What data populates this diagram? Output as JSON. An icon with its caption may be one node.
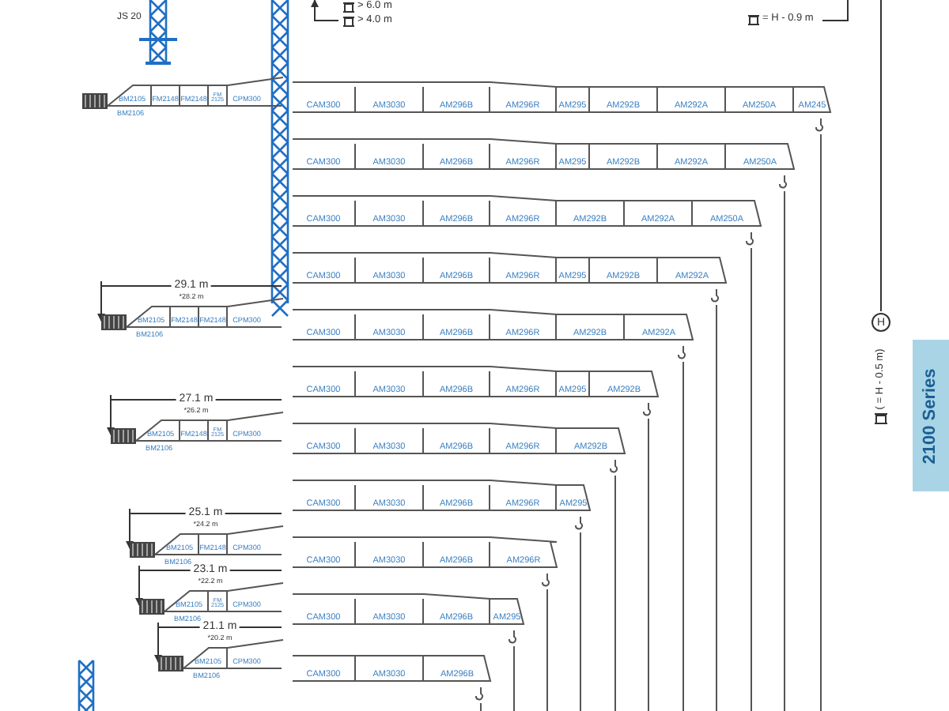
{
  "diagram": {
    "nodes": [
      {
        "text": [],
        "shape": "bar"
      },
      {
        "text": [
          "CAM300"
        ],
        "in": 0
      },
      {
        "text": [
          "AM3030"
        ],
        "in": 0
      },
      {
        "text": [
          "AM296B"
        ],
        "in": 0
      },
      {
        "text": [
          "AM296R"
        ],
        "in": 0
      },
      {
        "text": [
          "AM295"
        ],
        "in": 0
      },
      {
        "text": [
          "AM292B"
        ],
        "in": 0
      },
      {
        "text": [
          "AM292A"
        ],
        "in": 0
      },
      {
        "text": [
          "AM250A"
        ],
        "in": 0
      },
      {
        "text": [
          "AM245"
        ],
        "in": 0
      },
      {
        "text": [],
        "shape": "bar"
      },
      {
        "text": [
          "CAM300"
        ],
        "in": 10
      },
      {
        "text": [
          "AM3030"
        ],
        "in": 10
      },
      {
        "text": [
          "AM296B"
        ],
        "in": 10
      },
      {
        "text": [
          "AM296R"
        ],
        "in": 10
      },
      {
        "text": [
          "AM295"
        ],
        "in": 10
      },
      {
        "text": [
          "AM292B"
        ],
        "in": 10
      },
      {
        "text": [
          "AM292A"
        ],
        "in": 10
      },
      {
        "text": [
          "AM250A"
        ],
        "in": 10
      },
      {
        "text": [],
        "shape": "bar"
      },
      {
        "text": [
          "CAM300"
        ],
        "in": 19
      },
      {
        "text": [
          "AM3030"
        ],
        "in": 19
      },
      {
        "text": [
          "AM296B"
        ],
        "in": 19
      },
      {
        "text": [
          "AM296R"
        ],
        "in": 19
      },
      {
        "text": [
          "AM292B"
        ],
        "in": 19
      },
      {
        "text": [
          "AM292A"
        ],
        "in": 19
      },
      {
        "text": [
          "AM250A"
        ],
        "in": 19
      },
      {
        "text": [],
        "shape": "bar"
      },
      {
        "text": [
          "CAM300"
        ],
        "in": 27
      },
      {
        "text": [
          "AM3030"
        ],
        "in": 27
      },
      {
        "text": [
          "AM296B"
        ],
        "in": 27
      },
      {
        "text": [
          "AM296R"
        ],
        "in": 27
      },
      {
        "text": [
          "AM295"
        ],
        "in": 27
      },
      {
        "text": [
          "AM292B"
        ],
        "in": 27
      },
      {
        "text": [
          "AM292A"
        ],
        "in": 27
      },
      {
        "text": [],
        "shape": "bar"
      },
      {
        "text": [
          "CAM300"
        ],
        "in": 35
      },
      {
        "text": [
          "AM3030"
        ],
        "in": 35
      },
      {
        "text": [
          "AM296B"
        ],
        "in": 35
      },
      {
        "text": [
          "AM296R"
        ],
        "in": 35
      },
      {
        "text": [
          "AM292B"
        ],
        "in": 35
      },
      {
        "text": [
          "AM292A"
        ],
        "in": 35
      },
      {
        "text": [],
        "shape": "bar"
      },
      {
        "text": [
          "CAM300"
        ],
        "in": 42
      },
      {
        "text": [
          "AM3030"
        ],
        "in": 42
      },
      {
        "text": [
          "AM296B"
        ],
        "in": 42
      },
      {
        "text": [
          "AM296R"
        ],
        "in": 42
      },
      {
        "text": [
          "AM295"
        ],
        "in": 42
      },
      {
        "text": [
          "AM292B"
        ],
        "in": 42
      },
      {
        "text": [],
        "shape": "bar"
      },
      {
        "text": [
          "CAM300"
        ],
        "in": 49
      },
      {
        "text": [
          "AM3030"
        ],
        "in": 49
      },
      {
        "text": [
          "AM296B"
        ],
        "in": 49
      },
      {
        "text": [
          "AM296R"
        ],
        "in": 49
      },
      {
        "text": [
          "AM292B"
        ],
        "in": 49
      },
      {
        "text": [],
        "shape": "bar"
      },
      {
        "text": [
          "CAM300"
        ],
        "in": 55
      },
      {
        "text": [
          "AM3030"
        ],
        "in": 55
      },
      {
        "text": [
          "AM296B"
        ],
        "in": 55
      },
      {
        "text": [
          "AM296R"
        ],
        "in": 55
      },
      {
        "text": [
          "AM295"
        ],
        "in": 55
      },
      {
        "text": [],
        "shape": "bar"
      },
      {
        "text": [
          "CAM300"
        ],
        "in": 61
      },
      {
        "text": [
          "AM3030"
        ],
        "in": 61
      },
      {
        "text": [
          "AM296B"
        ],
        "in": 61
      },
      {
        "text": [
          "AM296R"
        ],
        "in": 61
      },
      {
        "text": [],
        "shape": "bar"
      },
      {
        "text": [
          "CAM300"
        ],
        "in": 66
      },
      {
        "text": [
          "AM3030"
        ],
        "in": 66
      },
      {
        "text": [
          "AM296B"
        ],
        "in": 66
      },
      {
        "text": [
          "AM295"
        ],
        "in": 66
      },
      {
        "text": [],
        "shape": "bar"
      },
      {
        "text": [
          "CAM300"
        ],
        "in": 71
      },
      {
        "text": [
          "AM3030"
        ],
        "in": 71
      },
      {
        "text": [
          "AM296B"
        ],
        "in": 71
      },
      {
        "text": [],
        "shape": "bar"
      },
      {
        "text": [
          "BM2105"
        ],
        "beside": [
          "BM2106"
        ],
        "in": 75
      },
      {
        "text": [
          "FM2148"
        ],
        "in": 75
      },
      {
        "text": [
          "FM2148"
        ],
        "in": 75
      },
      {
        "text": [
          "FM 2125"
        ],
        "in": 75
      },
      {
        "text": [
          "CPM300"
        ],
        "in": 75
      },
      {
        "text": [],
        "shape": "bar"
      },
      {
        "text": [
          "BM2105"
        ],
        "beside": [
          "BM2106"
        ],
        "in": 81
      },
      {
        "text": [
          "FM2148"
        ],
        "in": 81
      },
      {
        "text": [
          "FM2148"
        ],
        "in": 81
      },
      {
        "text": [
          "CPM300"
        ],
        "in": 81
      },
      {
        "text": [],
        "shape": "bar"
      },
      {
        "text": [
          "BM2105"
        ],
        "beside": [
          "BM2106"
        ],
        "in": 86
      },
      {
        "text": [
          "FM2148"
        ],
        "in": 86
      },
      {
        "text": [
          "FM 2125"
        ],
        "in": 86
      },
      {
        "text": [
          "CPM300"
        ],
        "in": 86
      },
      {
        "text": [],
        "shape": "bar"
      },
      {
        "text": [
          "BM2105"
        ],
        "beside": [
          "BM2106"
        ],
        "in": 91
      },
      {
        "text": [
          "FM2148"
        ],
        "in": 91
      },
      {
        "text": [
          "CPM300"
        ],
        "in": 91
      },
      {
        "text": [],
        "shape": "bar"
      },
      {
        "text": [
          "BM2105"
        ],
        "beside": [
          "BM2106"
        ],
        "in": 95
      },
      {
        "text": [
          "FM 2125"
        ],
        "in": 95
      },
      {
        "text": [
          "CPM300"
        ],
        "in": 95
      },
      {
        "text": [],
        "shape": "bar"
      },
      {
        "text": [
          "BM2105"
        ],
        "beside": [
          "BM2106"
        ],
        "in": 99
      },
      {
        "text": [
          "CPM300"
        ],
        "in": 99
      }
    ],
    "labels": [
      "JS 20",
      "> 6.0 m",
      "> 4.0 m",
      "= H - 0.9 m",
      "29.1 m",
      "*28.2 m",
      "27.1 m",
      "*26.2 m",
      "25.1 m",
      "*24.2 m",
      "23.1 m",
      "*22.2 m",
      "21.1 m",
      "*20.2 m",
      "H",
      "( = H - 0.5 m)",
      "2100 Series"
    ]
  }
}
